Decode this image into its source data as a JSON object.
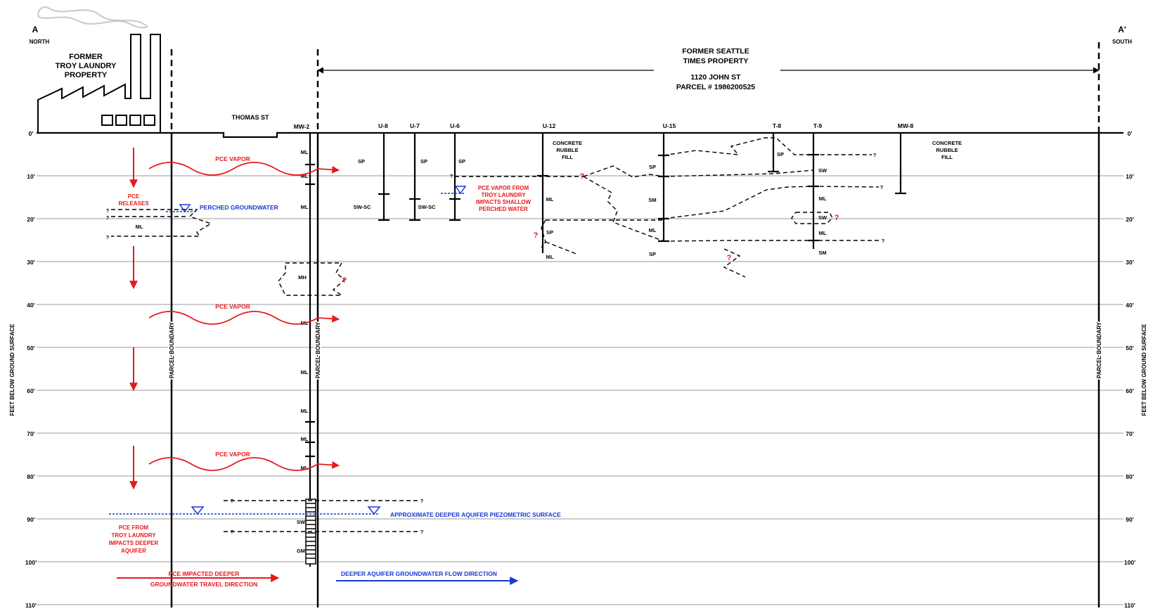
{
  "section": {
    "left_letter": "A",
    "left_dir": "NORTH",
    "right_letter": "A'",
    "right_dir": "SOUTH"
  },
  "depth_axis": {
    "label": "FEET BELOW GROUND SURFACE",
    "ticks": [
      "0'",
      "10'",
      "20'",
      "30'",
      "40'",
      "50'",
      "60'",
      "70'",
      "80'",
      "90'",
      "100'",
      "110'"
    ]
  },
  "properties": {
    "troy": [
      "FORMER",
      "TROY LAUNDRY",
      "PROPERTY"
    ],
    "seattle_times": [
      "FORMER SEATTLE",
      "TIMES PROPERTY",
      "1120 JOHN ST",
      "PARCEL # 1986200525"
    ],
    "street": "THOMAS ST",
    "parcel_boundary": "PARCEL BOUNDARY"
  },
  "wells": [
    {
      "id": "MW-2"
    },
    {
      "id": "U-8"
    },
    {
      "id": "U-7"
    },
    {
      "id": "U-6"
    },
    {
      "id": "U-12"
    },
    {
      "id": "U-15"
    },
    {
      "id": "T-8"
    },
    {
      "id": "T-9"
    },
    {
      "id": "MW-8"
    }
  ],
  "soil_labels": {
    "ML": "ML",
    "SP": "SP",
    "SW": "SW",
    "SM": "SM",
    "MH": "MH",
    "GM": "GM",
    "SWSC": "SW-SC",
    "UNKNOWN": "?"
  },
  "annotations": {
    "pce_vapor": "PCE VAPOR",
    "pce_releases": [
      "PCE",
      "RELEASES"
    ],
    "perched_groundwater": "PERCHED GROUNDWATER",
    "pce_vapor_impacts": [
      "PCE VAPOR FROM",
      "TROY LAUNDRY",
      "IMPACTS SHALLOW",
      "PERCHED WATER"
    ],
    "concrete_rubble_fill": [
      "CONCRETE",
      "RUBBLE",
      "FILL"
    ],
    "approx_piezometric": "APPROXIMATE DEEPER AQUIFER PIEZOMETRIC SURFACE",
    "pce_impacts_deeper": [
      "PCE FROM",
      "TROY LAUNDRY",
      "IMPACTS DEEPER",
      "AQUIFER"
    ],
    "pce_travel": [
      "PCE IMPACTED DEEPER",
      "GROUNDWATER TRAVEL DIRECTION"
    ],
    "deeper_flow": "DEEPER AQUIFER GROUNDWATER FLOW DIRECTION"
  },
  "colors": {
    "line": "#000000",
    "grid": "#9a9a9a",
    "pce": "#e8191c",
    "water": "#1838d8",
    "smoke": "#c8c8c8"
  }
}
